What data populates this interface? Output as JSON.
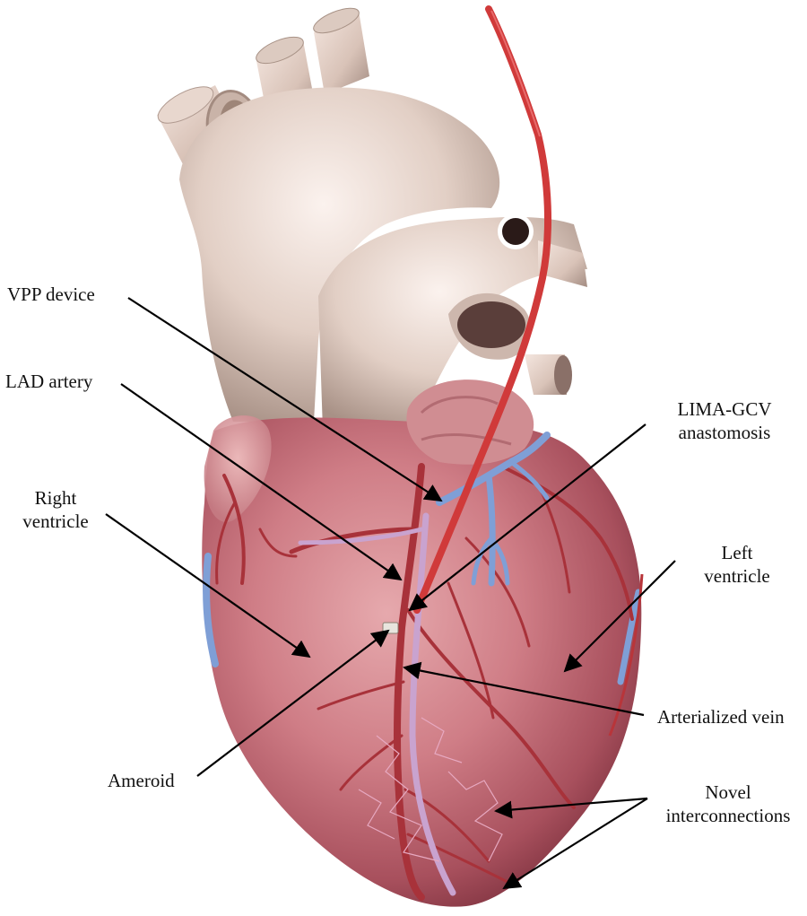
{
  "figure": {
    "subject": "Anterior view of heart with retroperfusion (LIMA-GCV) setup",
    "colors": {
      "background": "#ffffff",
      "great_vessels": "#e3d2c8",
      "myocardium": "#c9707a",
      "myocardium_dark": "#8e3b48",
      "artery": "#b8353a",
      "lima_graft": "#d03a3a",
      "vein": "#7f9fd6",
      "arterialized_vein": "#c9a3cf",
      "label_text": "#111111",
      "arrow": "#000000"
    }
  },
  "labels": [
    {
      "id": "vpp-device",
      "lines": [
        "VPP device"
      ]
    },
    {
      "id": "lad-artery",
      "lines": [
        "LAD artery"
      ]
    },
    {
      "id": "right-ventricle",
      "lines": [
        "Right",
        "ventricle"
      ]
    },
    {
      "id": "ameroid",
      "lines": [
        "Ameroid"
      ]
    },
    {
      "id": "lima-gcv-anastomosis",
      "lines": [
        "LIMA-GCV",
        "anastomosis"
      ]
    },
    {
      "id": "left-ventricle",
      "lines": [
        "Left",
        "ventricle"
      ]
    },
    {
      "id": "arterialized-vein",
      "lines": [
        "Arterialized vein"
      ]
    },
    {
      "id": "novel-interconnections",
      "lines": [
        "Novel",
        "interconnections"
      ]
    }
  ]
}
